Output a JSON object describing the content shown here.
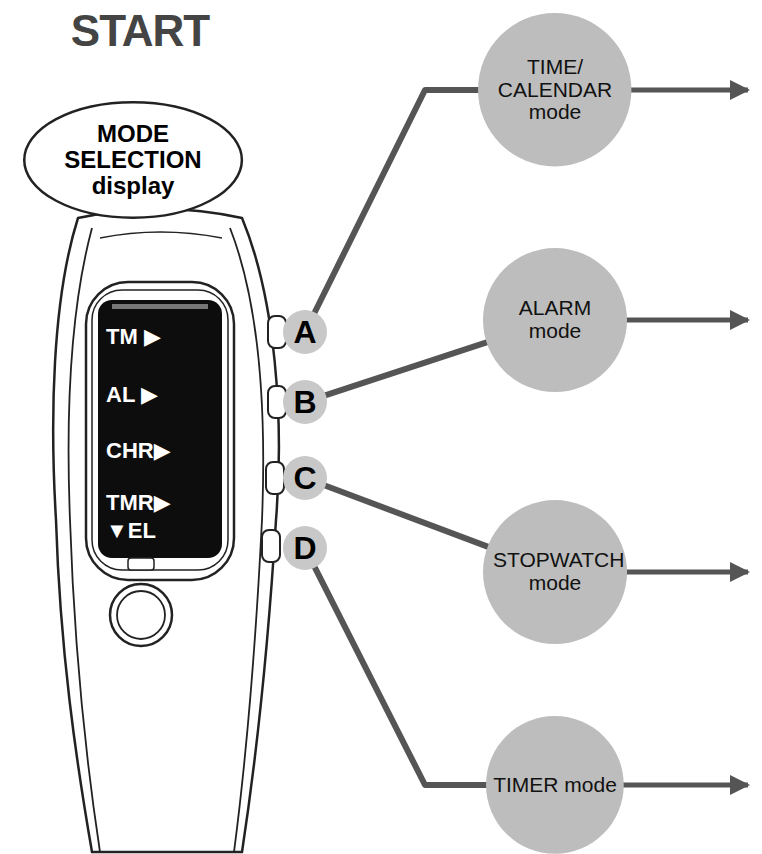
{
  "diagram": {
    "title": "START",
    "nodes": [
      {
        "text": [
          "MODE SELECTION display"
        ]
      },
      {
        "text": [
          "A"
        ]
      },
      {
        "text": [
          "B"
        ]
      },
      {
        "text": [
          "C"
        ]
      },
      {
        "text": [
          "D"
        ]
      },
      {
        "text": [
          "TIME/ CALENDAR mode"
        ]
      },
      {
        "text": [
          "ALARM mode"
        ]
      },
      {
        "text": [
          "STOPWATCH mode"
        ]
      },
      {
        "text": [
          "TIMER mode"
        ]
      }
    ],
    "edges": [
      {
        "from": 1,
        "to": 5,
        "arrow": "none"
      },
      {
        "from": 2,
        "to": 6,
        "arrow": "none"
      },
      {
        "from": 3,
        "to": 7,
        "arrow": "none"
      },
      {
        "from": 4,
        "to": 8,
        "arrow": "none"
      }
    ],
    "labels": [
      "TM ▶",
      "AL ▶",
      "CHR▶",
      "TMR▶",
      "▼EL"
    ]
  }
}
